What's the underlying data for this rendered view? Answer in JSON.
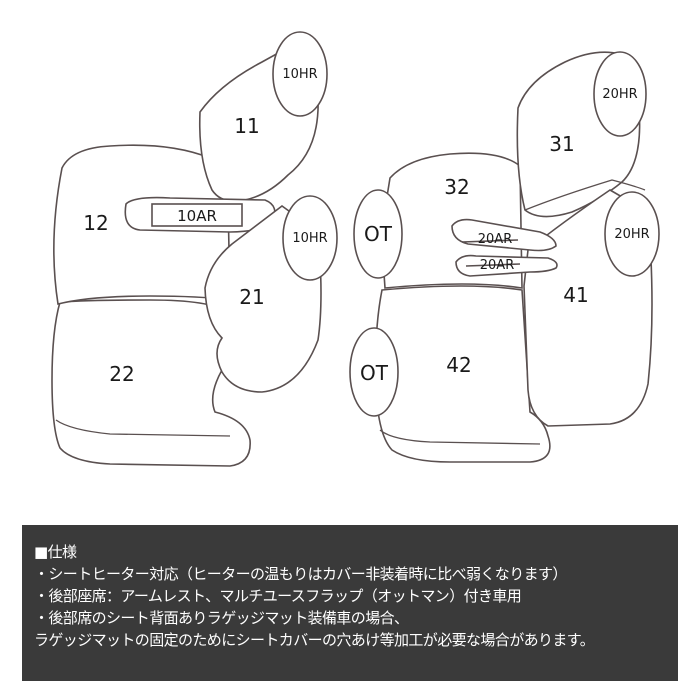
{
  "diagram": {
    "left_set": {
      "headrest_top": "10HR",
      "seatback_11": "11",
      "seatback_12": "12",
      "armrest": "10AR",
      "headrest_middle": "10HR",
      "seatback_21": "21",
      "cushion_22": "22"
    },
    "right_set": {
      "headrest_top": "20HR",
      "seatback_31": "31",
      "seatback_32": "32",
      "ottoman_upper": "OT",
      "armrest_upper": "20AR",
      "armrest_lower": "20AR",
      "headrest_middle": "20HR",
      "seatback_41": "41",
      "ottoman_lower": "OT",
      "cushion_42": "42"
    }
  },
  "spec": {
    "lines": [
      "■仕様",
      "・シートヒーター対応（ヒーターの温もりはカバー非装着時に比べ弱くなります）",
      "・後部座席：アームレスト、マルチユースフラップ（オットマン）付き車用",
      "・後部席のシート背面ありラゲッジマット装備車の場合、",
      "ラゲッジマットの固定のためにシートカバーの穴あけ等加工が必要な場合があります。"
    ]
  }
}
